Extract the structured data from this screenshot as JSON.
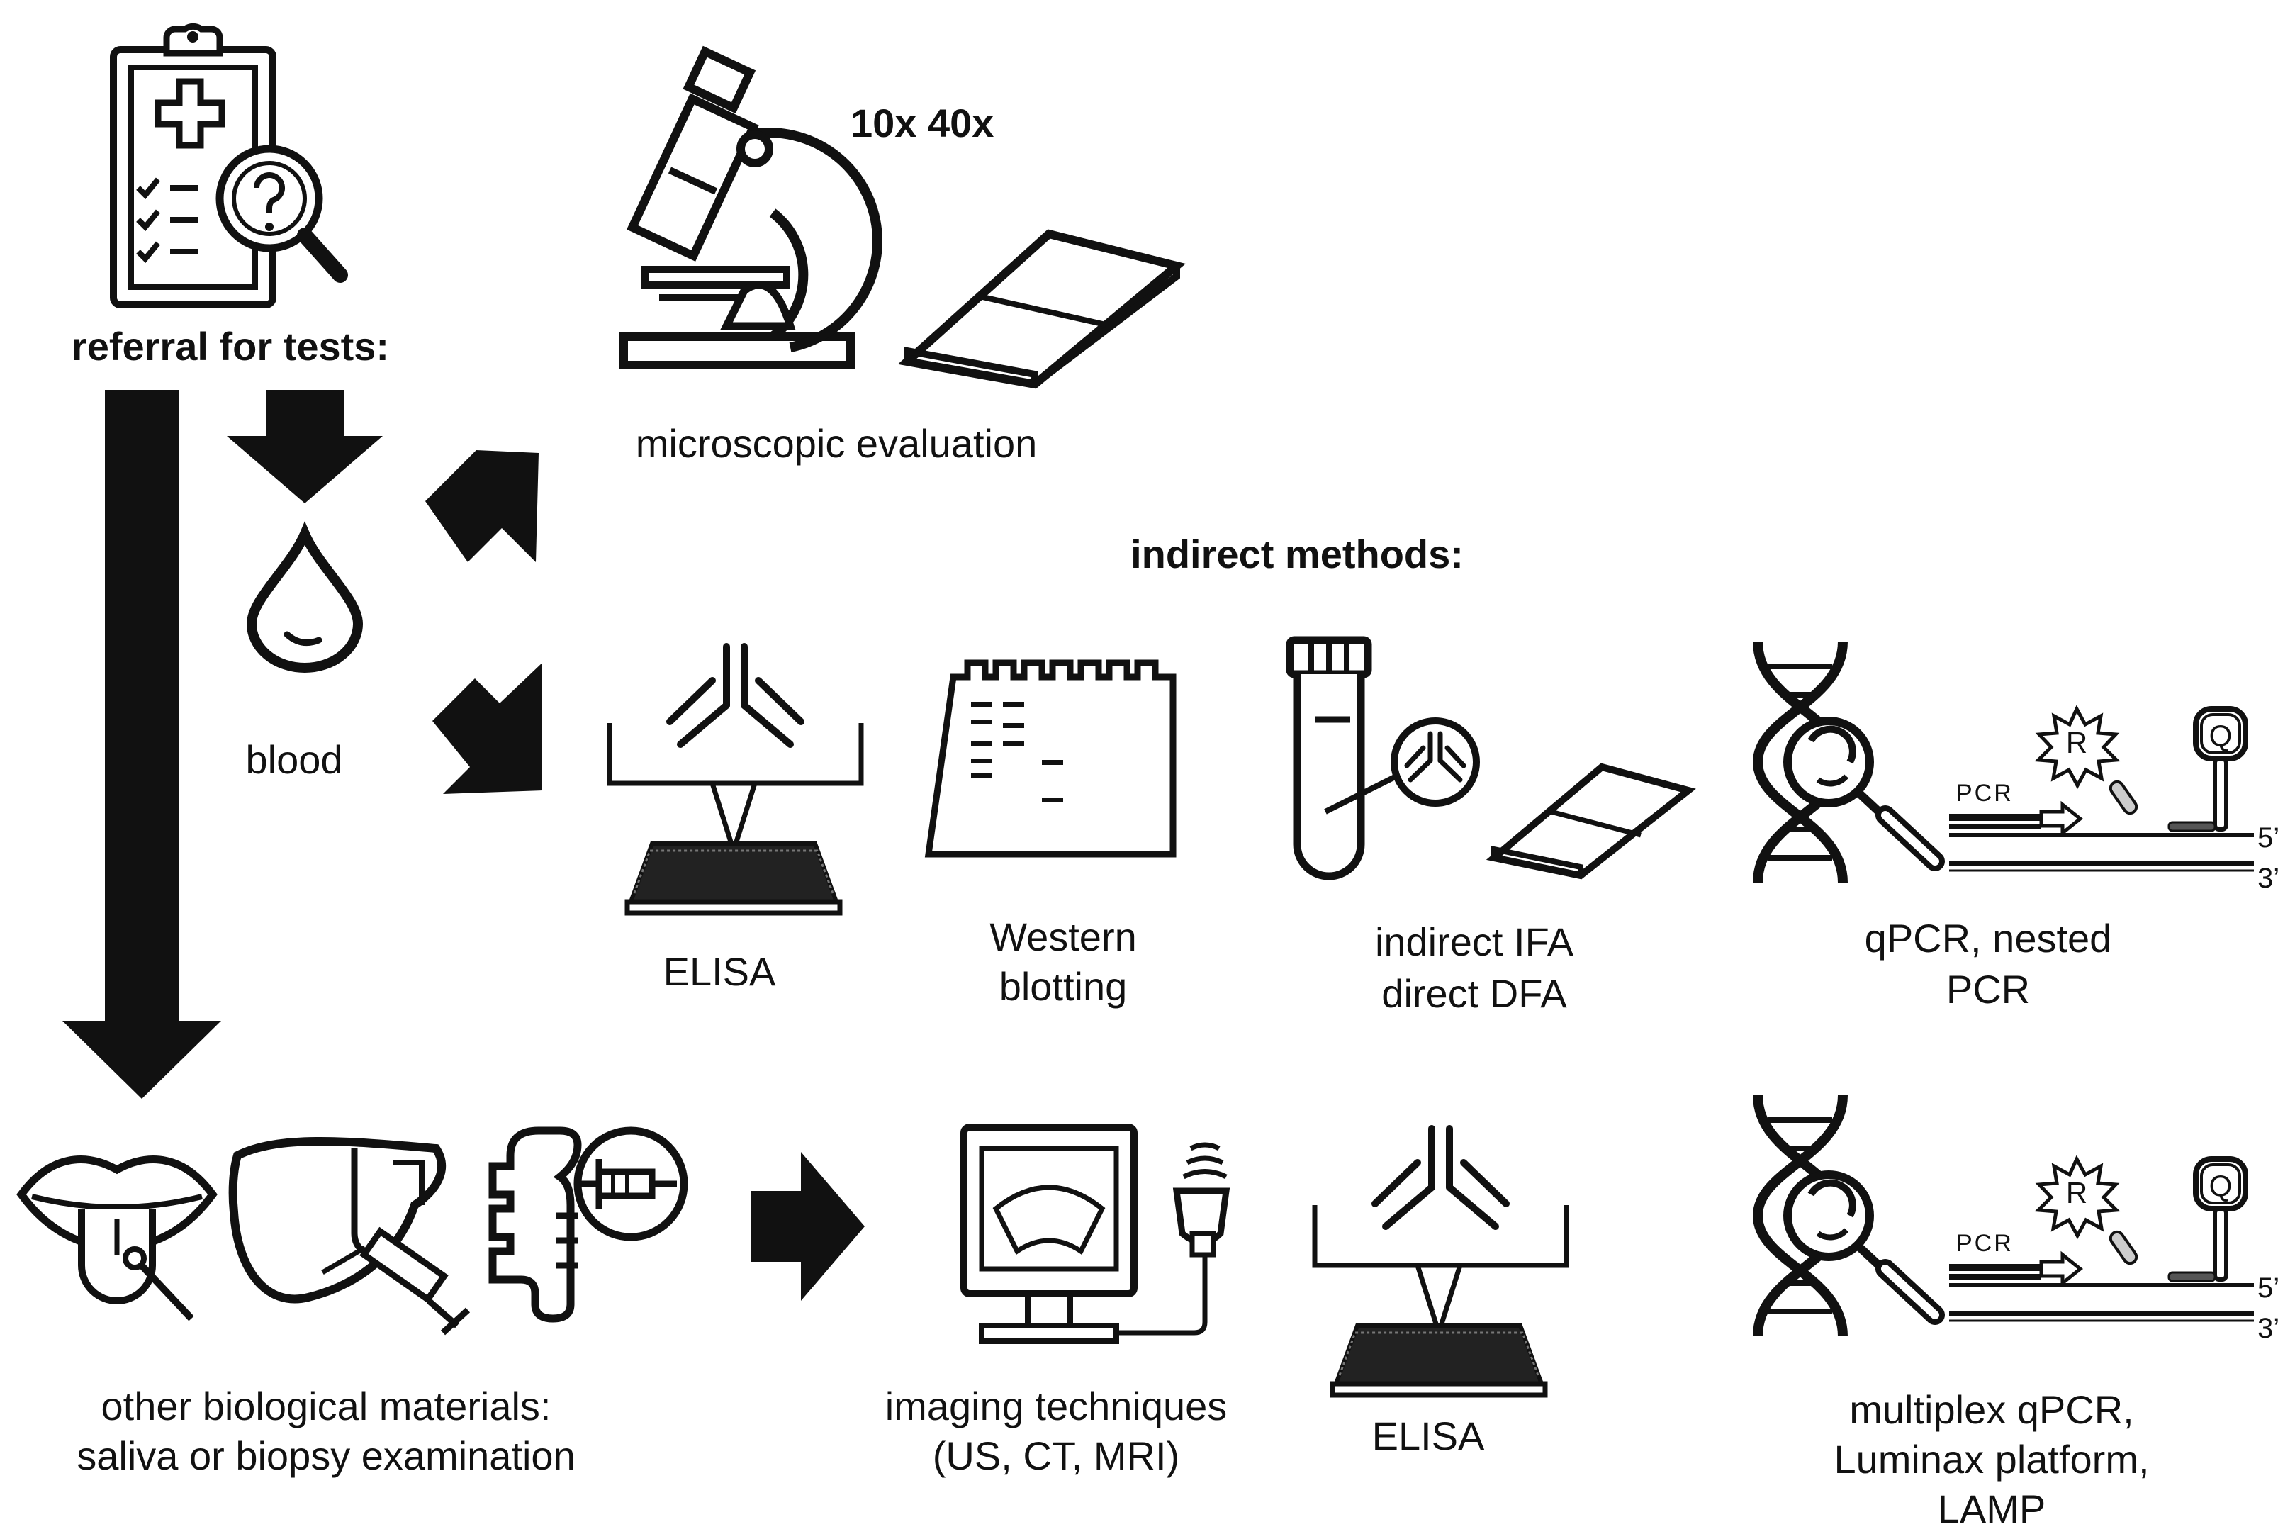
{
  "labels": {
    "referral": "referral for tests:",
    "magnification": "10x 40x",
    "microscopic": "microscopic evaluation",
    "indirect_methods": "indirect methods:",
    "blood": "blood",
    "elisa_1": "ELISA",
    "western_1": "Western",
    "western_2": "blotting",
    "ifa_1": "indirect IFA",
    "ifa_2": "direct DFA",
    "qpcr_1": "qPCR, nested",
    "qpcr_2": "PCR",
    "other_1": "other biological materials:",
    "other_2": "saliva or biopsy examination",
    "imaging_1": "imaging techniques",
    "imaging_2": "(US, CT, MRI)",
    "elisa_2": "ELISA",
    "multiplex_1": "multiplex qPCR,",
    "multiplex_2": "Luminax platform,",
    "multiplex_3": "LAMP"
  },
  "pcr_diagram": {
    "pcr_label": "PCR",
    "reporter": "R",
    "quencher": "Q",
    "five_prime": "5’",
    "three_prime": "3’"
  },
  "colors": {
    "ink": "#111111",
    "background": "#ffffff"
  }
}
